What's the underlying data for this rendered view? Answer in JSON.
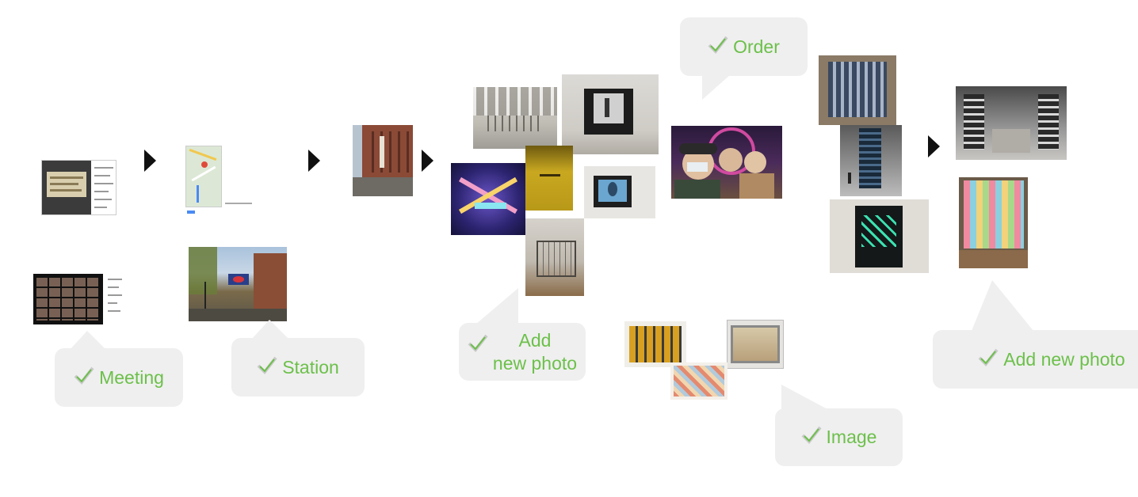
{
  "labels": {
    "meeting": "Meeting",
    "station": "Station",
    "add_new_photo_1": "Add\nnew photo",
    "order": "Order",
    "image": "Image",
    "add_new_photo_2": "Add new photo"
  },
  "icons": {
    "step": "triangle-arrow-icon",
    "check": "checkmark-icon"
  },
  "colors": {
    "label_text": "#6cc04a",
    "bubble_bg": "#efefef",
    "arrow": "#111111"
  }
}
